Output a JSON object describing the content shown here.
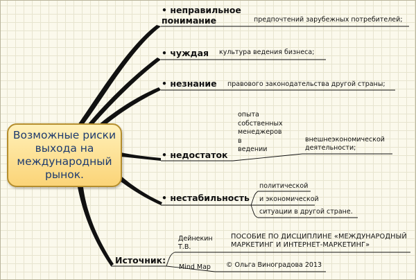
{
  "central_topic": {
    "lines": [
      "Возможные риски",
      "выхода на",
      "международный",
      "рынок."
    ]
  },
  "branches": {
    "misunderstanding": {
      "title_lines": [
        "• неправильное",
        "понимание"
      ],
      "detail": "предпочтений зарубежных потребителей;"
    },
    "foreign": {
      "title": "• чуждая",
      "detail": "культура ведения бизнеса;"
    },
    "ignorance": {
      "title": "• незнание",
      "detail": "правового законодательства другой страны;"
    },
    "lack": {
      "title": "• недостаток",
      "detail_lines": [
        "опыта",
        "собственных",
        "менеджеров",
        "в",
        "ведении"
      ],
      "sub_detail_lines": [
        "внешнеэкономической",
        "деятельности;"
      ]
    },
    "instability": {
      "title": "• нестабильность",
      "details": [
        "политической",
        "и экономической",
        "ситуации в другой стране."
      ]
    }
  },
  "source": {
    "label": "Источник:",
    "author_lines": [
      "Дейнекин",
      "Т.В."
    ],
    "book_lines": [
      "ПОСОБИЕ ПО ДИСЦИПЛИНЕ «МЕЖДУНАРОДНЫЙ",
      "МАРКЕТИНГ И ИНТЕРНЕТ-МАРКЕТИНГ»"
    ],
    "mindmap_label": "Mind Map",
    "copyright": "© Ольга Виноградова 2013"
  },
  "colors": {
    "background": "#fbf9ec",
    "grid": "#e7e4cf",
    "central_fill": "#fbd477",
    "central_border": "#b48d2d",
    "central_text": "#1e3b6e",
    "line": "#111111"
  }
}
